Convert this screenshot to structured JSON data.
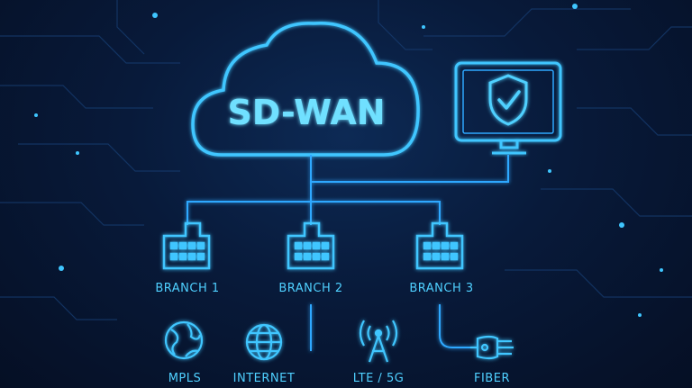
{
  "diagram": {
    "title": "SD-WAN",
    "branches": [
      {
        "label": "BRANCH 1"
      },
      {
        "label": "BRANCH 2"
      },
      {
        "label": "BRANCH 3"
      }
    ],
    "transports": [
      {
        "label": "MPLS",
        "icon": "globe-icon"
      },
      {
        "label": "INTERNET",
        "icon": "globe-grid-icon"
      },
      {
        "label": "LTE / 5G",
        "icon": "cell-tower-icon"
      },
      {
        "label": "FIBER",
        "icon": "fiber-connector-icon"
      }
    ],
    "security_icon": "shield-check-icon",
    "colors": {
      "background": "#06122a",
      "line": "#2ea8ff",
      "glow": "#4fd0ff",
      "text": "#6fe0ff"
    }
  }
}
